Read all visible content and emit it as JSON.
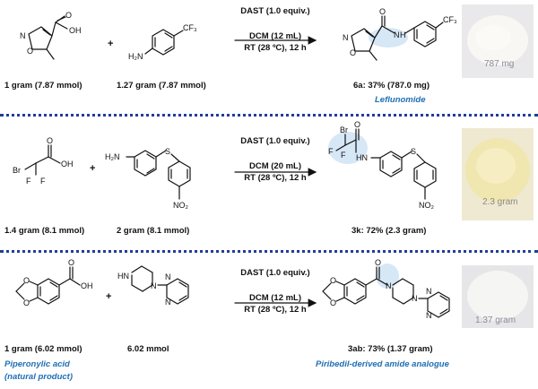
{
  "schemes": [
    {
      "reactant1_amount": "1 gram (7.87 mmol)",
      "reactant2_amount": "1.27 gram (7.87 mmol)",
      "conditions": [
        "DAST (1.0 equiv.)",
        "DCM (12 mL)",
        "RT (28 ºC), 12 h"
      ],
      "product": "6a: 37% (787.0 mg)",
      "product_name": "Leflunomide",
      "photo_label": "787 mg",
      "atoms": {
        "oh": "OH",
        "o_ring": "O",
        "n_ring": "N",
        "o_carbonyl": "O",
        "h2n": "H₂N",
        "cf3": "CF₃",
        "p_o": "O",
        "p_hn": "N",
        "p_h": "H",
        "p_n": "N",
        "p_o_ring": "O",
        "p_cf3": "CF₃"
      }
    },
    {
      "reactant1_amount": "1.4 gram (8.1 mmol)",
      "reactant2_amount": "2 gram (8.1 mmol)",
      "conditions": [
        "DAST (1.0 equiv.)",
        "DCM (20 mL)",
        "RT (28 ºC), 12 h"
      ],
      "product": "3k: 72% (2.3 gram)",
      "photo_label": "2.3 gram",
      "atoms": {
        "br": "Br",
        "f1": "F",
        "f2": "F",
        "o_carbonyl": "O",
        "oh": "OH",
        "h2n": "H₂N",
        "s": "S",
        "no2": "NO₂",
        "p_br": "Br",
        "p_f1": "F",
        "p_f2": "F",
        "p_o": "O",
        "p_hn": "HN",
        "p_s": "S",
        "p_no2": "NO₂"
      }
    },
    {
      "reactant1_amount": "1 gram (6.02 mmol)",
      "reactant1_name": "Piperonylic acid",
      "reactant1_note": "(natural product)",
      "reactant2_amount": "6.02 mmol",
      "conditions": [
        "DAST (1.0 equiv.)",
        "DCM (12 mL)",
        "RT (28 ºC), 12 h"
      ],
      "product": "3ab: 73% (1.37 gram)",
      "product_name": "Piribedil-derived amide analogue",
      "photo_label": "1.37 gram",
      "atoms": {
        "o1": "O",
        "o2": "O",
        "o_carbonyl": "O",
        "oh": "OH",
        "hn": "HN",
        "n1": "N",
        "n2": "N",
        "n3": "N",
        "p_o1": "O",
        "p_o2": "O",
        "p_o": "O",
        "p_n1": "N",
        "p_n2": "N",
        "p_n3": "N",
        "p_n4": "N"
      }
    }
  ],
  "plus_sign": "+",
  "colors": {
    "separator": "#1f3e98",
    "product_label": "#1f6fb4",
    "highlight": "#cfe3f5"
  }
}
